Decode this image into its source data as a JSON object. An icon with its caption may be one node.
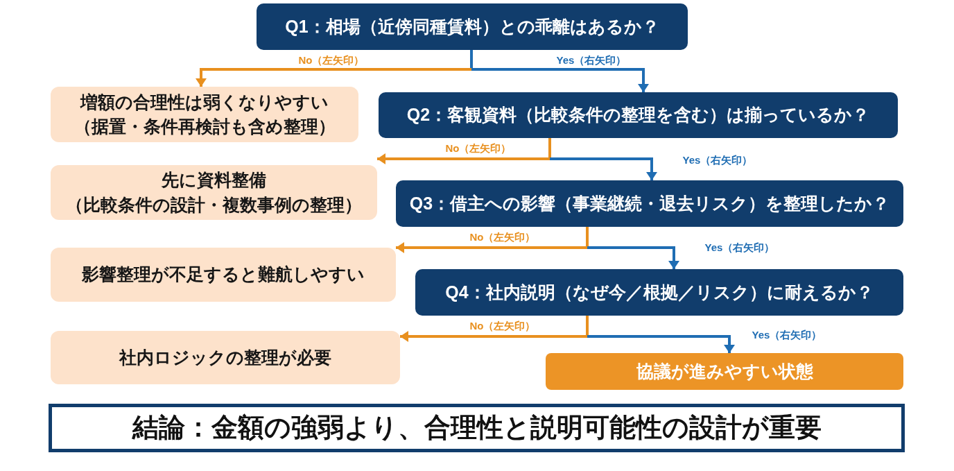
{
  "diagram": {
    "nodes": [
      {
        "text": [
          "Q1：相場（近傍同種賃料）との乖離はあるか？"
        ]
      },
      {
        "text": [
          "増額の合理性は弱くなりやすい",
          "（据置・条件再検討も含め整理）"
        ]
      },
      {
        "text": [
          "Q2：客観資料（比較条件の整理を含む）は揃っているか？"
        ]
      },
      {
        "text": [
          "先に資料整備",
          "（比較条件の設計・複数事例の整理）"
        ]
      },
      {
        "text": [
          "Q3：借主への影響（事業継続・退去リスク）を整理したか？"
        ]
      },
      {
        "text": [
          "影響整理が不足すると難航しやすい"
        ]
      },
      {
        "text": [
          "Q4：社内説明（なぜ今／根拠／リスク）に耐えるか？"
        ]
      },
      {
        "text": [
          "社内ロジックの整理が必要"
        ]
      },
      {
        "text": [
          "協議が進みやすい状態"
        ]
      },
      {
        "text": [
          "結論：金額の強弱より、合理性と説明可能性の設計が重要"
        ]
      }
    ],
    "edges": [
      {
        "from": 0,
        "to": 1,
        "arrow": "to",
        "label": "No（左矢印）",
        "color": "#e8901f"
      },
      {
        "from": 0,
        "to": 2,
        "arrow": "to",
        "label": "Yes（右矢印）",
        "color": "#1f6db3"
      },
      {
        "from": 2,
        "to": 3,
        "arrow": "to",
        "label": "No（左矢印）",
        "color": "#e8901f"
      },
      {
        "from": 2,
        "to": 4,
        "arrow": "to",
        "label": "Yes（右矢印）",
        "color": "#1f6db3"
      },
      {
        "from": 4,
        "to": 5,
        "arrow": "to",
        "label": "No（左矢印）",
        "color": "#e8901f"
      },
      {
        "from": 4,
        "to": 6,
        "arrow": "to",
        "label": "Yes（右矢印）",
        "color": "#1f6db3"
      },
      {
        "from": 6,
        "to": 7,
        "arrow": "to",
        "label": "No（左矢印）",
        "color": "#e8901f"
      },
      {
        "from": 6,
        "to": 8,
        "arrow": "to",
        "label": "Yes（右矢印）",
        "color": "#1f6db3"
      }
    ]
  }
}
